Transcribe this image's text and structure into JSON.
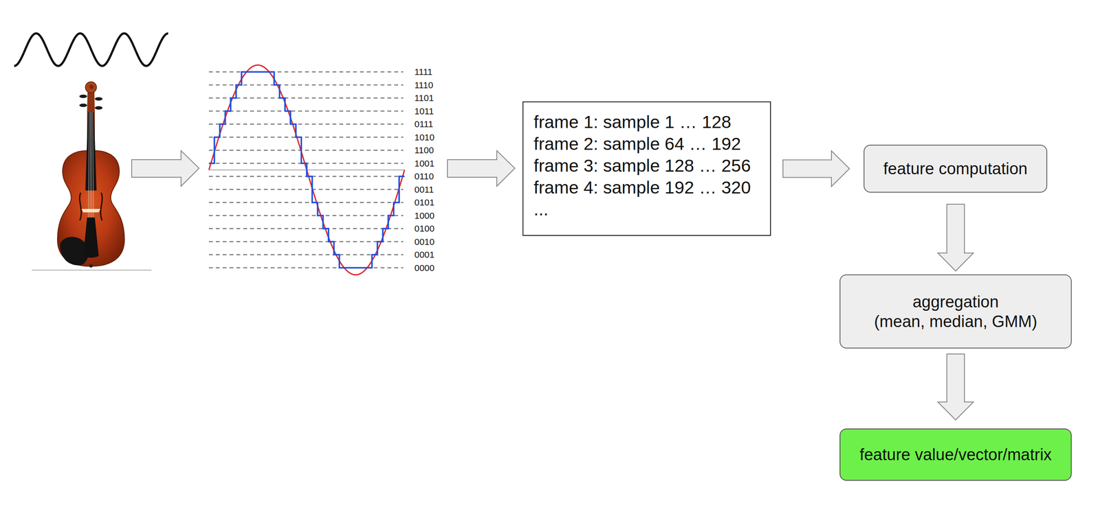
{
  "diagram": {
    "nodes": [
      {
        "text": [
          "frame 1: sample 1 … 128",
          "frame 2: sample 64 … 192",
          "frame 3: sample 128 … 256",
          "frame 4: sample 192 … 320",
          "..."
        ]
      },
      {
        "text": [
          "feature computation"
        ]
      },
      {
        "text": [
          "aggregation",
          "(mean, median, GMM)"
        ]
      },
      {
        "text": [
          "feature value/vector/matrix"
        ]
      }
    ],
    "edges": [
      {
        "from": 0,
        "to": 1,
        "arrow": "to"
      },
      {
        "from": 1,
        "to": 2,
        "arrow": "to"
      },
      {
        "from": 2,
        "to": 3,
        "arrow": "to"
      }
    ],
    "labels": [
      "1111",
      "1110",
      "1101",
      "1011",
      "0111",
      "1010",
      "1100",
      "1001",
      "0110",
      "0011",
      "0101",
      "1000",
      "0100",
      "0010",
      "0001",
      "0000"
    ]
  }
}
